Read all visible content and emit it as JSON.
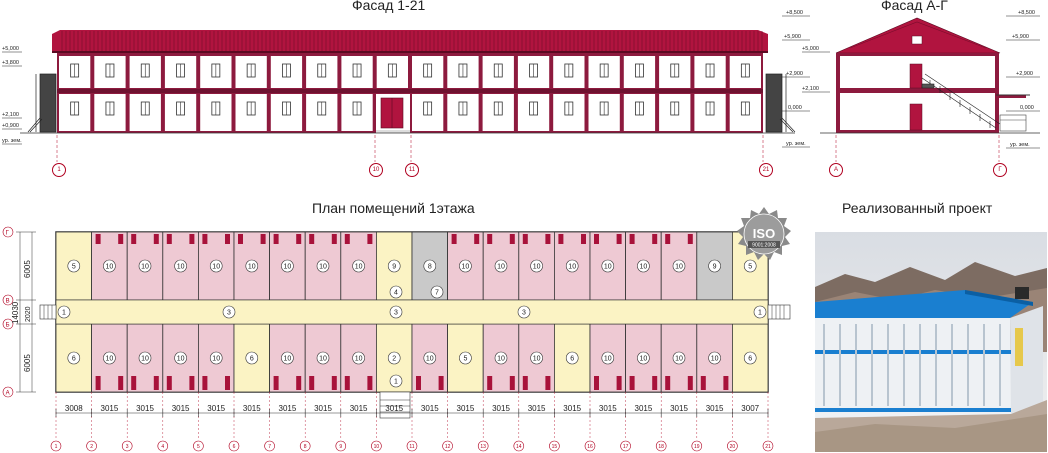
{
  "titles": {
    "facade_main": "Фасад 1-21",
    "facade_side": "Фасад А-Г",
    "plan": "План помещений 1этажа",
    "project": "Реализованный проект"
  },
  "levels": {
    "top": "+8,500",
    "eave": "+5,000",
    "upper": "+5,900",
    "floor2a": "+3,800",
    "floor2b": "+2,900",
    "floor1a": "+2,100",
    "floor1b": "+0,900",
    "zero": "0,000",
    "ground": "ур. зем."
  },
  "facade_main_axes": [
    "1",
    "10",
    "11",
    "21"
  ],
  "facade_side_axes": [
    "А",
    "Г"
  ],
  "plan_row_axes": [
    "Г",
    "В",
    "Б",
    "А"
  ],
  "plan_row_dims": [
    "6005",
    "2020",
    "6005",
    "14030"
  ],
  "plan_col_axes": [
    "1",
    "2",
    "3",
    "4",
    "5",
    "6",
    "7",
    "8",
    "9",
    "10",
    "11",
    "12",
    "13",
    "14",
    "15",
    "16",
    "17",
    "18",
    "19",
    "20",
    "21"
  ],
  "plan_col_dims": [
    "3008",
    "3015",
    "3015",
    "3015",
    "3015",
    "3015",
    "3015",
    "3015",
    "3015",
    "3015",
    "3015",
    "3015",
    "3015",
    "3015",
    "3015",
    "3015",
    "3015",
    "3015",
    "3015",
    "3007"
  ],
  "rooms": {
    "r1": "1",
    "r2": "2",
    "r3": "3",
    "r4": "4",
    "r5": "5",
    "r6": "6",
    "r7": "7",
    "r8": "8",
    "r9": "9",
    "r10": "10"
  },
  "iso": {
    "text": "ISO",
    "sub": "9001:2008"
  },
  "colors": {
    "wall": "#8d1a3e",
    "roof": "#b1143f",
    "corridor": "#fbf3c4",
    "room": "#eec9d3",
    "service": "#c9c9c9",
    "axis": "#b00020",
    "photo_roof": "#1a7fd0"
  }
}
